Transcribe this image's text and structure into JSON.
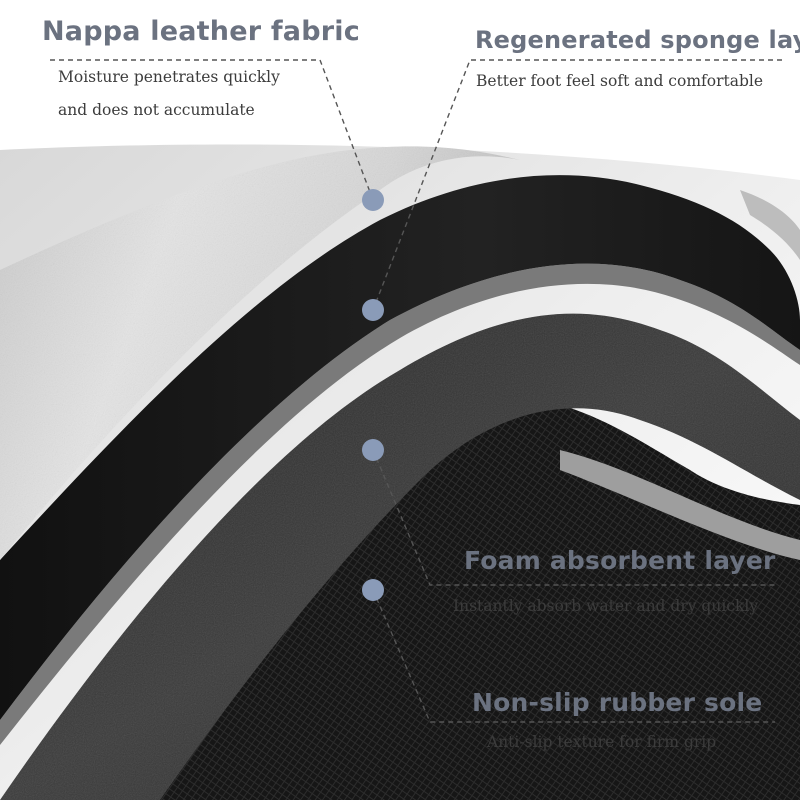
{
  "colors": {
    "title": "#6b7280",
    "description": "#3c3c3c",
    "marker": "#8a9bb8",
    "fabric": "#dcdcdc",
    "sponge": "#1c1c1c",
    "foam": "#2f2f2f",
    "rubber": "#151515",
    "background": "#ffffff"
  },
  "labels": {
    "nappa": {
      "title": "Nappa leather fabric",
      "line1": "Moisture penetrates quickly",
      "line2": "and does not accumulate"
    },
    "sponge": {
      "title": "Regenerated sponge layer",
      "line1": "Better foot feel soft and comfortable"
    },
    "foam": {
      "title": "Foam absorbent layer",
      "line1": "Instantly absorb water and dry quickly"
    },
    "rubber": {
      "title": "Non-slip rubber sole",
      "line1": "Anti-slip texture for firm grip"
    }
  },
  "markers": [
    {
      "icon": "layer-marker-dot-icon",
      "layer": "nappa"
    },
    {
      "icon": "layer-marker-dot-icon",
      "layer": "sponge"
    },
    {
      "icon": "layer-marker-dot-icon",
      "layer": "foam"
    },
    {
      "icon": "layer-marker-dot-icon",
      "layer": "rubber"
    }
  ]
}
